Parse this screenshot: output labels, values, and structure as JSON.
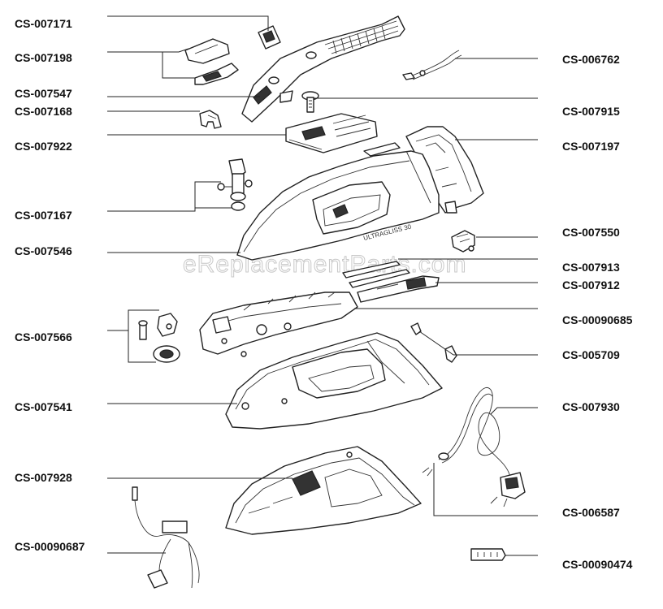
{
  "watermark": "eReplacementParts.com",
  "soleplate_text": "ULTRAGLISS 30",
  "parts": {
    "p_007171": "CS-007171",
    "p_007198": "CS-007198",
    "p_007547": "CS-007547",
    "p_007168": "CS-007168",
    "p_007922": "CS-007922",
    "p_007167": "CS-007167",
    "p_007546": "CS-007546",
    "p_007566": "CS-007566",
    "p_007541": "CS-007541",
    "p_007928": "CS-007928",
    "p_00090687": "CS-00090687",
    "p_006762": "CS-006762",
    "p_007915": "CS-007915",
    "p_007197": "CS-007197",
    "p_007550": "CS-007550",
    "p_007913": "CS-007913",
    "p_007912": "CS-007912",
    "p_00090685": "CS-00090685",
    "p_005709": "CS-005709",
    "p_007930": "CS-007930",
    "p_006587": "CS-006587",
    "p_00090474": "CS-00090474"
  }
}
